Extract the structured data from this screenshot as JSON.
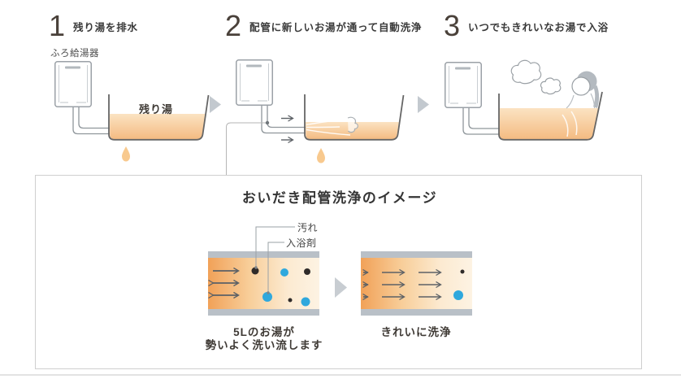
{
  "steps": [
    {
      "number": "1",
      "label": "残り湯を排水"
    },
    {
      "number": "2",
      "label": "配管に新しいお湯が通って自動洗浄"
    },
    {
      "number": "3",
      "label": "いつでもきれいなお湯で入浴"
    }
  ],
  "scene": {
    "heater_label": "ふろ給湯器",
    "remaining_water_label": "残り湯"
  },
  "detail": {
    "title": "おいだき配管洗浄のイメージ",
    "legend": {
      "dirt": "汚れ",
      "additive": "入浴剤"
    },
    "captions": {
      "before_1": "5Lのお湯が",
      "before_2": "勢いよく洗い流します",
      "after": "きれいに洗浄"
    }
  },
  "colors": {
    "water_orange_top": "#fbe2c0",
    "water_orange_bottom": "#f5bd85",
    "pipe_flow_orange": "#f1a158",
    "pipe_wall_gray": "#b9c0c7",
    "additive_blue": "#2fa8dd",
    "dirt_black": "#2f2b29",
    "step_arrow_gray": "#c3c9cf",
    "outline_gray": "#9aa0a5",
    "tub_outline": "#666666",
    "box_border": "#cfcfcf"
  }
}
